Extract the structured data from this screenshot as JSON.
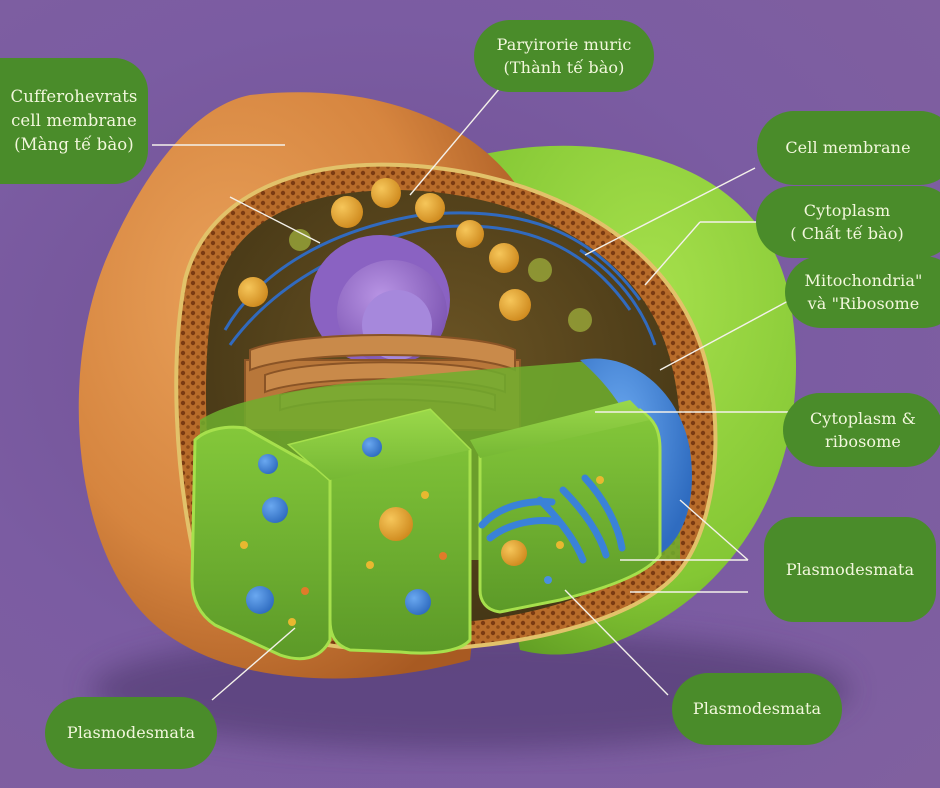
{
  "diagram": {
    "subject": "plant-cell-cross-section",
    "colors": {
      "background": "#7a5a9e",
      "label_fill": "#4a8c2a",
      "label_text": "#f2f7dc",
      "cell_wall_outer": "#d98a45",
      "cell_outer_green": "#8ecf3a",
      "cytoplasm": "#6fae2e",
      "nucleus": "#9a72c8",
      "er_blue": "#3a7fd0",
      "leader_line": "#f4f1ea"
    },
    "labels": [
      {
        "id": "cell-membrane-top-left",
        "text": "Cufferohevrats\ncell membrane\n(Màng tế bào)"
      },
      {
        "id": "cell-wall-top",
        "text": "Paryirorie muric\n(Thành tế bào)"
      },
      {
        "id": "cell-membrane-right",
        "text": "Cell membrane"
      },
      {
        "id": "cytoplasm-right",
        "text": "Cytoplasm\n( Chất tế bào)"
      },
      {
        "id": "mitochondria-ribosome",
        "text": "Mitochondria\"\nvà \"Ribosome"
      },
      {
        "id": "cytoplasm-ribosome",
        "text": "Cytoplasm &\nribosome"
      },
      {
        "id": "plasmodesmata-right",
        "text": "Plasmodesmata"
      },
      {
        "id": "plasmodesmata-bottom-right",
        "text": "Plasmodesmata"
      },
      {
        "id": "plasmodesmata-bottom-left",
        "text": "Plasmodesmata"
      }
    ]
  }
}
